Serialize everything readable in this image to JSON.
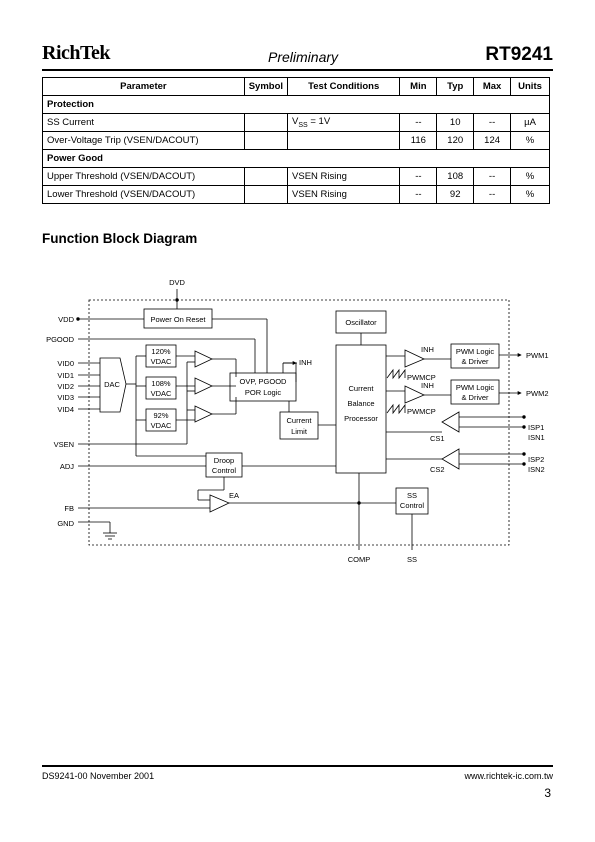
{
  "header": {
    "logo": "RichTek",
    "subtitle": "Preliminary",
    "part_number": "RT9241"
  },
  "spec_table": {
    "columns": [
      "Parameter",
      "Symbol",
      "Test Conditions",
      "Min",
      "Typ",
      "Max",
      "Units"
    ],
    "sections": [
      {
        "title": "Protection",
        "rows": [
          {
            "parameter": "SS Current",
            "symbol": "",
            "cond_main": "V",
            "cond_sub": "SS",
            "cond_rest": " = 1V",
            "min": "",
            "typ": "10",
            "max": "--",
            "units": "µA",
            "min_dash": "--"
          },
          {
            "parameter": "Over-Voltage Trip (VSEN/DACOUT)",
            "symbol": "",
            "cond_main": "",
            "cond_sub": "",
            "cond_rest": "",
            "min": "116",
            "typ": "120",
            "max": "124",
            "units": "%"
          }
        ]
      },
      {
        "title": "Power Good",
        "rows": [
          {
            "parameter": "Upper Threshold (VSEN/DACOUT)",
            "symbol": "",
            "cond_main": "VSEN Rising",
            "cond_sub": "",
            "cond_rest": "",
            "min": "--",
            "typ": "108",
            "max": "--",
            "units": "%"
          },
          {
            "parameter": "Lower Threshold (VSEN/DACOUT)",
            "symbol": "",
            "cond_main": "VSEN Rising",
            "cond_sub": "",
            "cond_rest": "",
            "min": "--",
            "typ": "92",
            "max": "--",
            "units": "%"
          }
        ]
      }
    ]
  },
  "section_title": "Function Block Diagram",
  "diagram": {
    "pins_left": [
      "VDD",
      "PGOOD",
      "VID0",
      "VID1",
      "VID2",
      "VID3",
      "VID4",
      "VSEN",
      "ADJ",
      "FB",
      "GND"
    ],
    "pins_top": [
      "DVD"
    ],
    "pins_bottom": [
      "COMP",
      "SS"
    ],
    "pins_right": [
      "PWM1",
      "PWM2",
      "ISP1",
      "ISN1",
      "ISP2",
      "ISN2"
    ],
    "blocks": {
      "power_on_reset": "Power On Reset",
      "oscillator": "Oscillator",
      "dac": "DAC",
      "vdac_120_a": "120%",
      "vdac_120_b": "VDAC",
      "vdac_108_a": "108%",
      "vdac_108_b": "VDAC",
      "vdac_92_a": "92%",
      "vdac_92_b": "VDAC",
      "ovp_a": "OVP, PGOOD",
      "ovp_b": "POR Logic",
      "current_limit_a": "Current",
      "current_limit_b": "Limit",
      "cbp_a": "Current",
      "cbp_b": "Balance",
      "cbp_c": "Processor",
      "pwm1_a": "PWM Logic",
      "pwm1_b": "& Driver",
      "pwm2_a": "PWM Logic",
      "pwm2_b": "& Driver",
      "droop_a": "Droop",
      "droop_b": "Control",
      "ss_a": "SS",
      "ss_b": "Control"
    },
    "labels": {
      "inh_main": "INH",
      "inh_1": "INH",
      "inh_2": "INH",
      "pwmcp_1": "PWMCP",
      "pwmcp_2": "PWMCP",
      "cs1": "CS1",
      "cs2": "CS2",
      "ea": "EA"
    }
  },
  "footer": {
    "doc_id": "DS9241-00   November 2001",
    "website": "www.richtek-ic.com.tw",
    "page": "3"
  }
}
